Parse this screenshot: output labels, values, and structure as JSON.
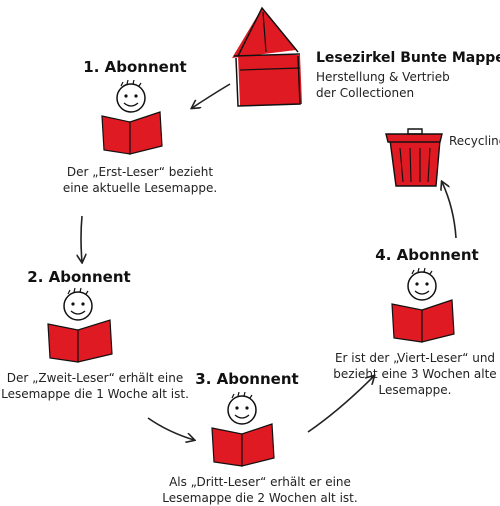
{
  "colors": {
    "accent": "#e01a22",
    "ink": "#111111",
    "arrow": "#222222"
  },
  "brand": {
    "title": "Lesezirkel Bunte Mappe",
    "subtitle_line1": "Herstellung & Vertrieb",
    "subtitle_line2": "der Collectionen",
    "icon": "house-icon"
  },
  "recycling": {
    "label": "Recycling",
    "icon": "trash-bin-icon"
  },
  "subscribers": [
    {
      "heading": "1. Abonnent",
      "text_line1": "Der „Erst-Leser“ bezieht",
      "text_line2": "eine aktuelle Lesemappe."
    },
    {
      "heading": "2. Abonnent",
      "text_line1": "Der „Zweit-Leser“  erhält eine",
      "text_line2": "Lesemappe die 1 Woche alt ist."
    },
    {
      "heading": "3. Abonnent",
      "text_line1": "Als „Dritt-Leser“ erhält er eine",
      "text_line2": "Lesemappe die 2 Wochen alt ist."
    },
    {
      "heading": "4. Abonnent",
      "text_line1": "Er ist der „Viert-Leser“  und",
      "text_line2": "bezieht eine 3 Wochen alte",
      "text_line3": "Lesemappe."
    }
  ]
}
